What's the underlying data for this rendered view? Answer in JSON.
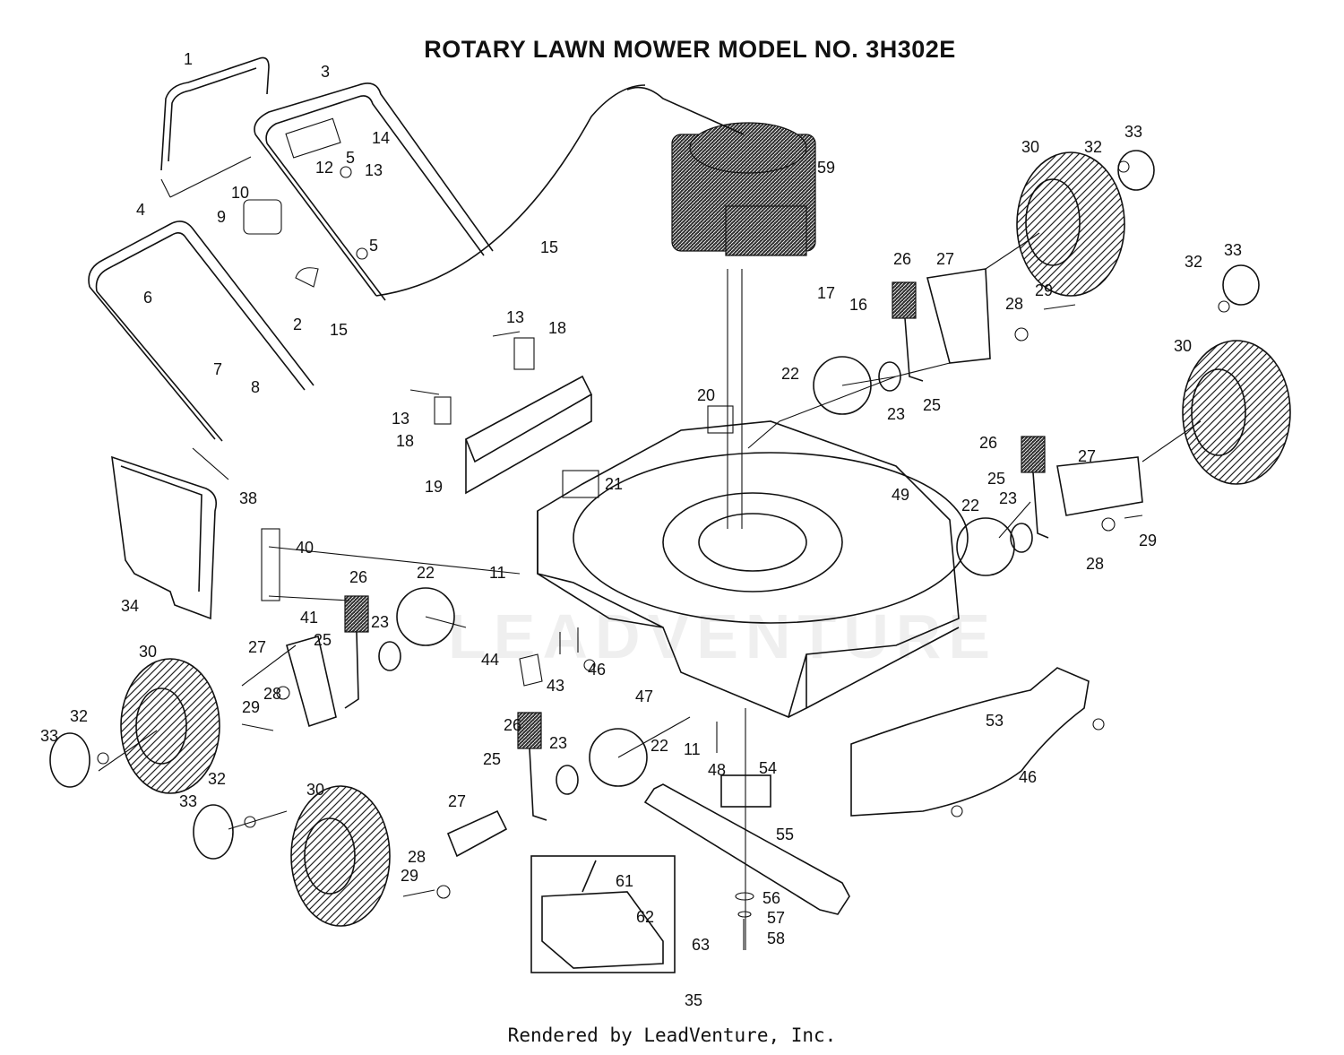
{
  "title": "ROTARY LAWN MOWER MODEL NO.  3H302E",
  "footer": "Rendered by LeadVenture, Inc.",
  "watermark": "LEADVENTURE",
  "callouts": [
    {
      "label": "1"
    },
    {
      "label": "3"
    },
    {
      "label": "4"
    },
    {
      "label": "14"
    },
    {
      "label": "12"
    },
    {
      "label": "5"
    },
    {
      "label": "13"
    },
    {
      "label": "10"
    },
    {
      "label": "9"
    },
    {
      "label": "5"
    },
    {
      "label": "6"
    },
    {
      "label": "2"
    },
    {
      "label": "15"
    },
    {
      "label": "15"
    },
    {
      "label": "7"
    },
    {
      "label": "8"
    },
    {
      "label": "59"
    },
    {
      "label": "30"
    },
    {
      "label": "32"
    },
    {
      "label": "33"
    },
    {
      "label": "17"
    },
    {
      "label": "16"
    },
    {
      "label": "26"
    },
    {
      "label": "27"
    },
    {
      "label": "29"
    },
    {
      "label": "28"
    },
    {
      "label": "32"
    },
    {
      "label": "33"
    },
    {
      "label": "13"
    },
    {
      "label": "18"
    },
    {
      "label": "22"
    },
    {
      "label": "23"
    },
    {
      "label": "25"
    },
    {
      "label": "30"
    },
    {
      "label": "20"
    },
    {
      "label": "13"
    },
    {
      "label": "18"
    },
    {
      "label": "26"
    },
    {
      "label": "27"
    },
    {
      "label": "25"
    },
    {
      "label": "19"
    },
    {
      "label": "21"
    },
    {
      "label": "49"
    },
    {
      "label": "22"
    },
    {
      "label": "23"
    },
    {
      "label": "29"
    },
    {
      "label": "28"
    },
    {
      "label": "38"
    },
    {
      "label": "40"
    },
    {
      "label": "34"
    },
    {
      "label": "26"
    },
    {
      "label": "22"
    },
    {
      "label": "11"
    },
    {
      "label": "41"
    },
    {
      "label": "23"
    },
    {
      "label": "25"
    },
    {
      "label": "27"
    },
    {
      "label": "30"
    },
    {
      "label": "28"
    },
    {
      "label": "29"
    },
    {
      "label": "44"
    },
    {
      "label": "43"
    },
    {
      "label": "46"
    },
    {
      "label": "47"
    },
    {
      "label": "32"
    },
    {
      "label": "33"
    },
    {
      "label": "26"
    },
    {
      "label": "23"
    },
    {
      "label": "22"
    },
    {
      "label": "25"
    },
    {
      "label": "11"
    },
    {
      "label": "48"
    },
    {
      "label": "54"
    },
    {
      "label": "53"
    },
    {
      "label": "46"
    },
    {
      "label": "32"
    },
    {
      "label": "33"
    },
    {
      "label": "30"
    },
    {
      "label": "27"
    },
    {
      "label": "28"
    },
    {
      "label": "29"
    },
    {
      "label": "55"
    },
    {
      "label": "61"
    },
    {
      "label": "62"
    },
    {
      "label": "63"
    },
    {
      "label": "56"
    },
    {
      "label": "57"
    },
    {
      "label": "58"
    },
    {
      "label": "35"
    }
  ]
}
